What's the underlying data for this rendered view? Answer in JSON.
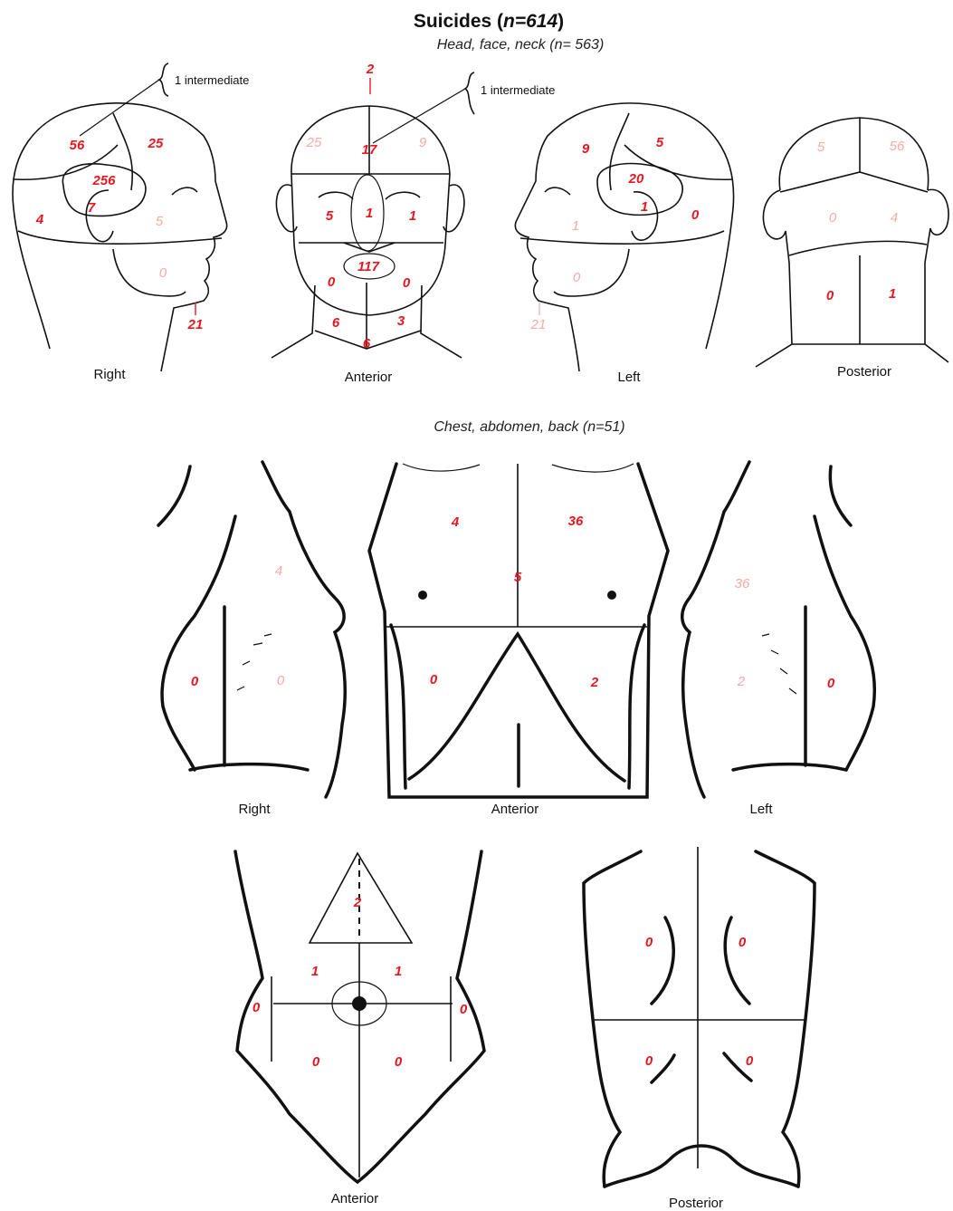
{
  "title": {
    "prefix": "Suicides (",
    "n": "n=614",
    "suffix": ")"
  },
  "head_section": {
    "subtitle": "Head, face, neck (n= 563)",
    "intermediate_note": "1 intermediate",
    "views": {
      "right": {
        "label": "Right",
        "values": [
          "56",
          "25",
          "256",
          "4",
          "7",
          "5",
          "0",
          "21"
        ]
      },
      "anterior": {
        "label": "Anterior",
        "values": [
          "2",
          "25",
          "17",
          "9",
          "5",
          "1",
          "1",
          "117",
          "0",
          "0",
          "6",
          "3",
          "6"
        ]
      },
      "left": {
        "label": "Left",
        "values": [
          "9",
          "5",
          "20",
          "1",
          "0",
          "1",
          "0",
          "21"
        ]
      },
      "posterior": {
        "label": "Posterior",
        "values": [
          "5",
          "56",
          "0",
          "4",
          "0",
          "1"
        ]
      }
    }
  },
  "chest_section": {
    "subtitle": "Chest, abdomen, back (n=51)",
    "views": {
      "right": {
        "label": "Right",
        "values": [
          "4",
          "0",
          "0"
        ]
      },
      "anterior": {
        "label": "Anterior",
        "values": [
          "4",
          "36",
          "5",
          "0",
          "2"
        ]
      },
      "left": {
        "label": "Left",
        "values": [
          "36",
          "2",
          "0"
        ]
      }
    }
  },
  "abdomen_section": {
    "anterior": {
      "label": "Anterior",
      "values": [
        "2",
        "1",
        "1",
        "0",
        "0",
        "0",
        "0"
      ]
    },
    "posterior": {
      "label": "Posterior",
      "values": [
        "0",
        "0",
        "0",
        "0"
      ]
    }
  },
  "colors": {
    "highlight": "#e8171f",
    "faded": "#f5aaa8",
    "line": "#111111"
  }
}
